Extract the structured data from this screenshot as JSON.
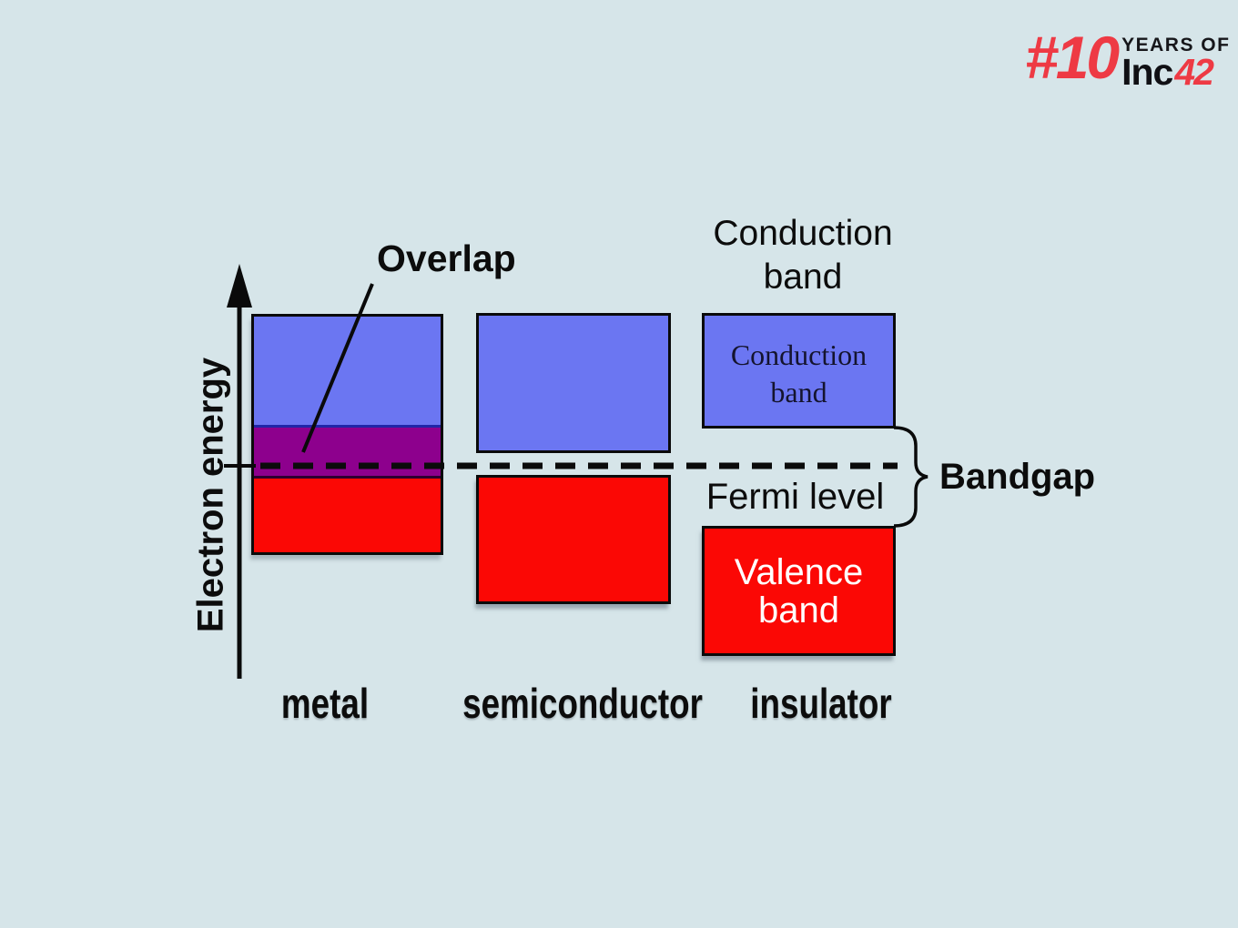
{
  "diagram_data": {
    "type": "energy-band-diagram",
    "y_axis_label": "Electron energy",
    "materials": [
      {
        "name": "metal",
        "bands": [
          "conduction (blue)",
          "overlap (purple)",
          "valence (red)"
        ],
        "bandgap": "none (bands overlap at Fermi level)"
      },
      {
        "name": "semiconductor",
        "bands": [
          "conduction (blue)",
          "valence (red)"
        ],
        "bandgap": "small"
      },
      {
        "name": "insulator",
        "bands": [
          "conduction (blue)",
          "valence (red)"
        ],
        "bandgap": "large (marked with brace)"
      }
    ],
    "fermi_level": "dashed horizontal line through metal overlap region and semiconductor/insulator gaps"
  },
  "axis": {
    "label": "Electron energy"
  },
  "annotations": {
    "overlap": "Overlap",
    "conduction_band_top": "Conduction\nband",
    "fermi_level": "Fermi level",
    "bandgap": "Bandgap"
  },
  "bands": {
    "insulator_conduction_label": "Conduction\nband",
    "insulator_valence_label": "Valence\nband"
  },
  "materials": {
    "metal": "metal",
    "semiconductor": "semiconductor",
    "insulator": "insulator"
  },
  "logo": {
    "number": "#10",
    "years_of": "YEARS OF",
    "brand": "Inc",
    "brand_number": "42"
  },
  "colors": {
    "background": "#d6e5e9",
    "band_blue": "#6b76f2",
    "overlap_purple": "#8d008d",
    "band_red": "#fb0805",
    "outline_black": "#0a0a0a",
    "blue_purple_divider": "#2026a8",
    "logo_red": "#ee3a44",
    "text_black": "#0c0c0c",
    "valence_text_white": "#ffffff"
  }
}
